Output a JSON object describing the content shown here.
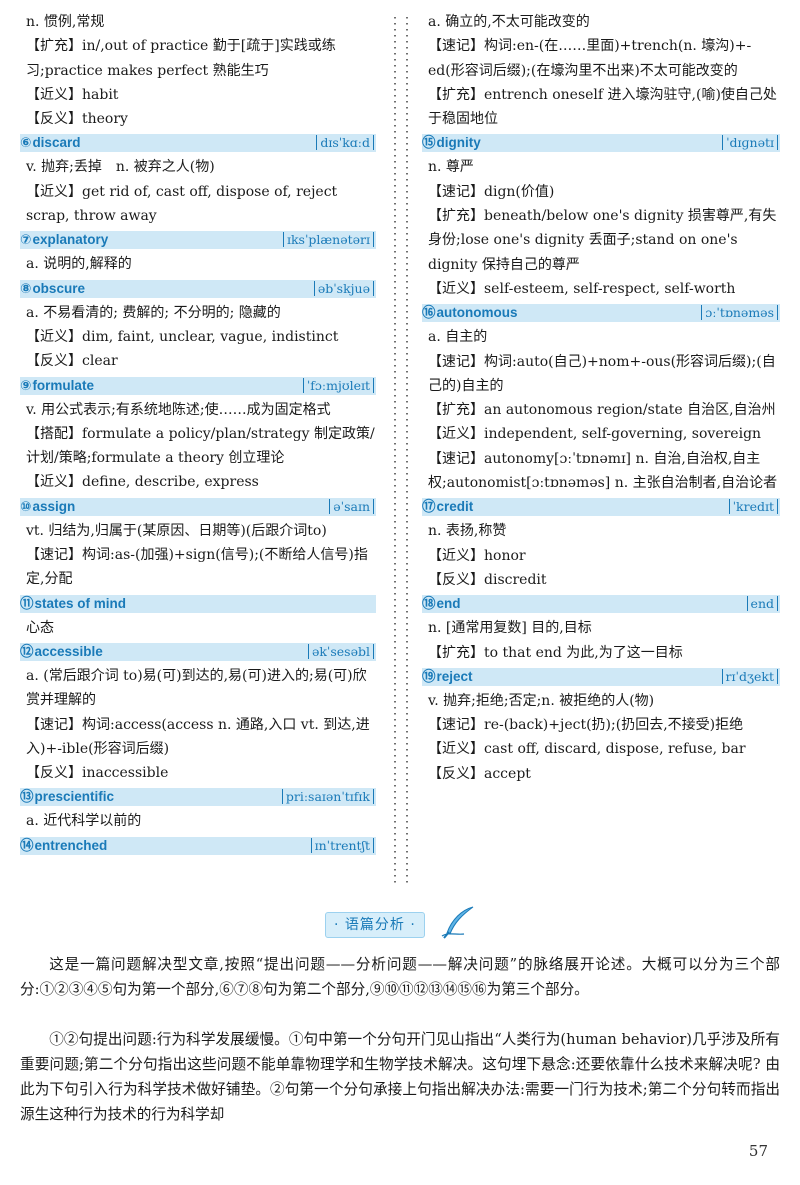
{
  "left_column": [
    {
      "type": "line",
      "text": "n. 惯例,常规"
    },
    {
      "type": "line",
      "text": "【扩充】in/,out of practice 勤于[疏于]实践或练习;practice makes perfect 熟能生巧"
    },
    {
      "type": "line",
      "text": "【近义】habit"
    },
    {
      "type": "line",
      "text": "【反义】theory"
    },
    {
      "type": "header",
      "num": "⑥",
      "word": "discard",
      "phon": "dɪsˈkɑːd"
    },
    {
      "type": "line",
      "text": "v. 抛弃;丢掉　n. 被弃之人(物)"
    },
    {
      "type": "line",
      "text": "【近义】get rid of, cast off, dispose of, reject scrap, throw away"
    },
    {
      "type": "header",
      "num": "⑦",
      "word": "explanatory",
      "phon": "ɪksˈplænətərɪ"
    },
    {
      "type": "line",
      "text": "a. 说明的,解释的"
    },
    {
      "type": "header",
      "num": "⑧",
      "word": "obscure",
      "phon": "əbˈskjuə"
    },
    {
      "type": "line",
      "text": "a. 不易看清的; 费解的; 不分明的; 隐藏的"
    },
    {
      "type": "line",
      "text": "【近义】dim, faint, unclear, vague, indistinct"
    },
    {
      "type": "line",
      "text": "【反义】clear"
    },
    {
      "type": "header",
      "num": "⑨",
      "word": "formulate",
      "phon": "ˈfɔːmjʊleɪt"
    },
    {
      "type": "line",
      "text": "v. 用公式表示;有系统地陈述;使……成为固定格式"
    },
    {
      "type": "line",
      "text": "【搭配】formulate a policy/plan/strategy 制定政策/计划/策略;formulate a theory 创立理论"
    },
    {
      "type": "line",
      "text": "【近义】define, describe, express"
    },
    {
      "type": "header",
      "num": "⑩",
      "word": "assign",
      "phon": "əˈsaɪn"
    },
    {
      "type": "line",
      "text": "vt. 归结为,归属于(某原因、日期等)(后跟介词to)"
    },
    {
      "type": "line",
      "text": "【速记】构词:as-(加强)+sign(信号);(不断给人信号)指定,分配"
    },
    {
      "type": "header",
      "num": "⑪",
      "word": "states of mind",
      "phon": ""
    },
    {
      "type": "line",
      "text": "心态"
    },
    {
      "type": "header",
      "num": "⑫",
      "word": "accessible",
      "phon": "əkˈsesəbl"
    },
    {
      "type": "line",
      "text": "a. (常后跟介词 to)易(可)到达的,易(可)进入的;易(可)欣赏并理解的"
    },
    {
      "type": "line",
      "text": "【速记】构词:access(access n. 通路,入口 vt. 到达,进入)+-ible(形容词后缀)"
    },
    {
      "type": "line",
      "text": "【反义】inaccessible"
    },
    {
      "type": "header",
      "num": "⑬",
      "word": "prescientific",
      "phon": "priːsaɪənˈtɪfɪk"
    },
    {
      "type": "line",
      "text": "a. 近代科学以前的"
    },
    {
      "type": "header",
      "num": "⑭",
      "word": "entrenched",
      "phon": "ɪnˈtrentʃt"
    }
  ],
  "right_column": [
    {
      "type": "line",
      "text": "a. 确立的,不太可能改变的"
    },
    {
      "type": "line",
      "text": "【速记】构词:en-(在……里面)+trench(n. 壕沟)+-ed(形容词后缀);(在壕沟里不出来)不太可能改变的"
    },
    {
      "type": "line",
      "text": "【扩充】entrench oneself 进入壕沟驻守,(喻)使自己处于稳固地位"
    },
    {
      "type": "header",
      "num": "⑮",
      "word": "dignity",
      "phon": "ˈdɪɡnətɪ"
    },
    {
      "type": "line",
      "text": "n. 尊严"
    },
    {
      "type": "line",
      "text": "【速记】dign(价值)"
    },
    {
      "type": "line",
      "text": "【扩充】beneath/below one's dignity 损害尊严,有失身份;lose one's dignity 丢面子;stand on one's dignity 保持自己的尊严"
    },
    {
      "type": "line",
      "text": "【近义】self-esteem, self-respect, self-worth"
    },
    {
      "type": "header",
      "num": "⑯",
      "word": "autonomous",
      "phon": "ɔːˈtɒnəməs"
    },
    {
      "type": "line",
      "text": "a. 自主的"
    },
    {
      "type": "line",
      "text": "【速记】构词:auto(自己)+nom+-ous(形容词后缀);(自己的)自主的"
    },
    {
      "type": "line",
      "text": "【扩充】an autonomous region/state 自治区,自治州"
    },
    {
      "type": "line",
      "text": "【近义】independent, self-governing, sovereign"
    },
    {
      "type": "line",
      "text": "【速记】autonomy[ɔːˈtɒnəmɪ] n. 自治,自治权,自主权;autonomist[ɔːtɒnəməs] n. 主张自治制者,自治论者"
    },
    {
      "type": "header",
      "num": "⑰",
      "word": "credit",
      "phon": "ˈkredɪt"
    },
    {
      "type": "line",
      "text": "n. 表扬,称赞"
    },
    {
      "type": "line",
      "text": "【近义】honor"
    },
    {
      "type": "line",
      "text": "【反义】discredit"
    },
    {
      "type": "header",
      "num": "⑱",
      "word": "end",
      "phon": "end"
    },
    {
      "type": "line",
      "text": "n. [通常用复数] 目的,目标"
    },
    {
      "type": "line",
      "text": "【扩充】to that end 为此,为了这一目标"
    },
    {
      "type": "header",
      "num": "⑲",
      "word": "reject",
      "phon": "rɪˈdʒekt"
    },
    {
      "type": "line",
      "text": "v. 抛弃;拒绝;否定;n. 被拒绝的人(物)"
    },
    {
      "type": "line",
      "text": "【速记】re-(back)+ject(扔);(扔回去,不接受)拒绝"
    },
    {
      "type": "line",
      "text": "【近义】cast off, discard, dispose, refuse, bar"
    },
    {
      "type": "line",
      "text": "【反义】accept"
    }
  ],
  "section_title": "· 语篇分析 ·",
  "analysis": [
    "这是一篇问题解决型文章,按照“提出问题——分析问题——解决问题”的脉络展开论述。大概可以分为三个部分:①②③④⑤句为第一个部分,⑥⑦⑧句为第二个部分,⑨⑩⑪⑫⑬⑭⑮⑯为第三个部分。",
    "①②句提出问题:行为科学发展缓慢。①句中第一个分句开门见山指出“人类行为(human behavior)几乎涉及所有重要问题;第二个分句指出这些问题不能单靠物理学和生物学技术解决。这句埋下悬念:还要依靠什么技术来解决呢? 由此为下句引入行为科学技术做好铺垫。②句第一个分句承接上句指出解决办法:需要一门行为技术;第二个分句转而指出源生这种行为技术的行为科学却"
  ],
  "page_number": "57"
}
